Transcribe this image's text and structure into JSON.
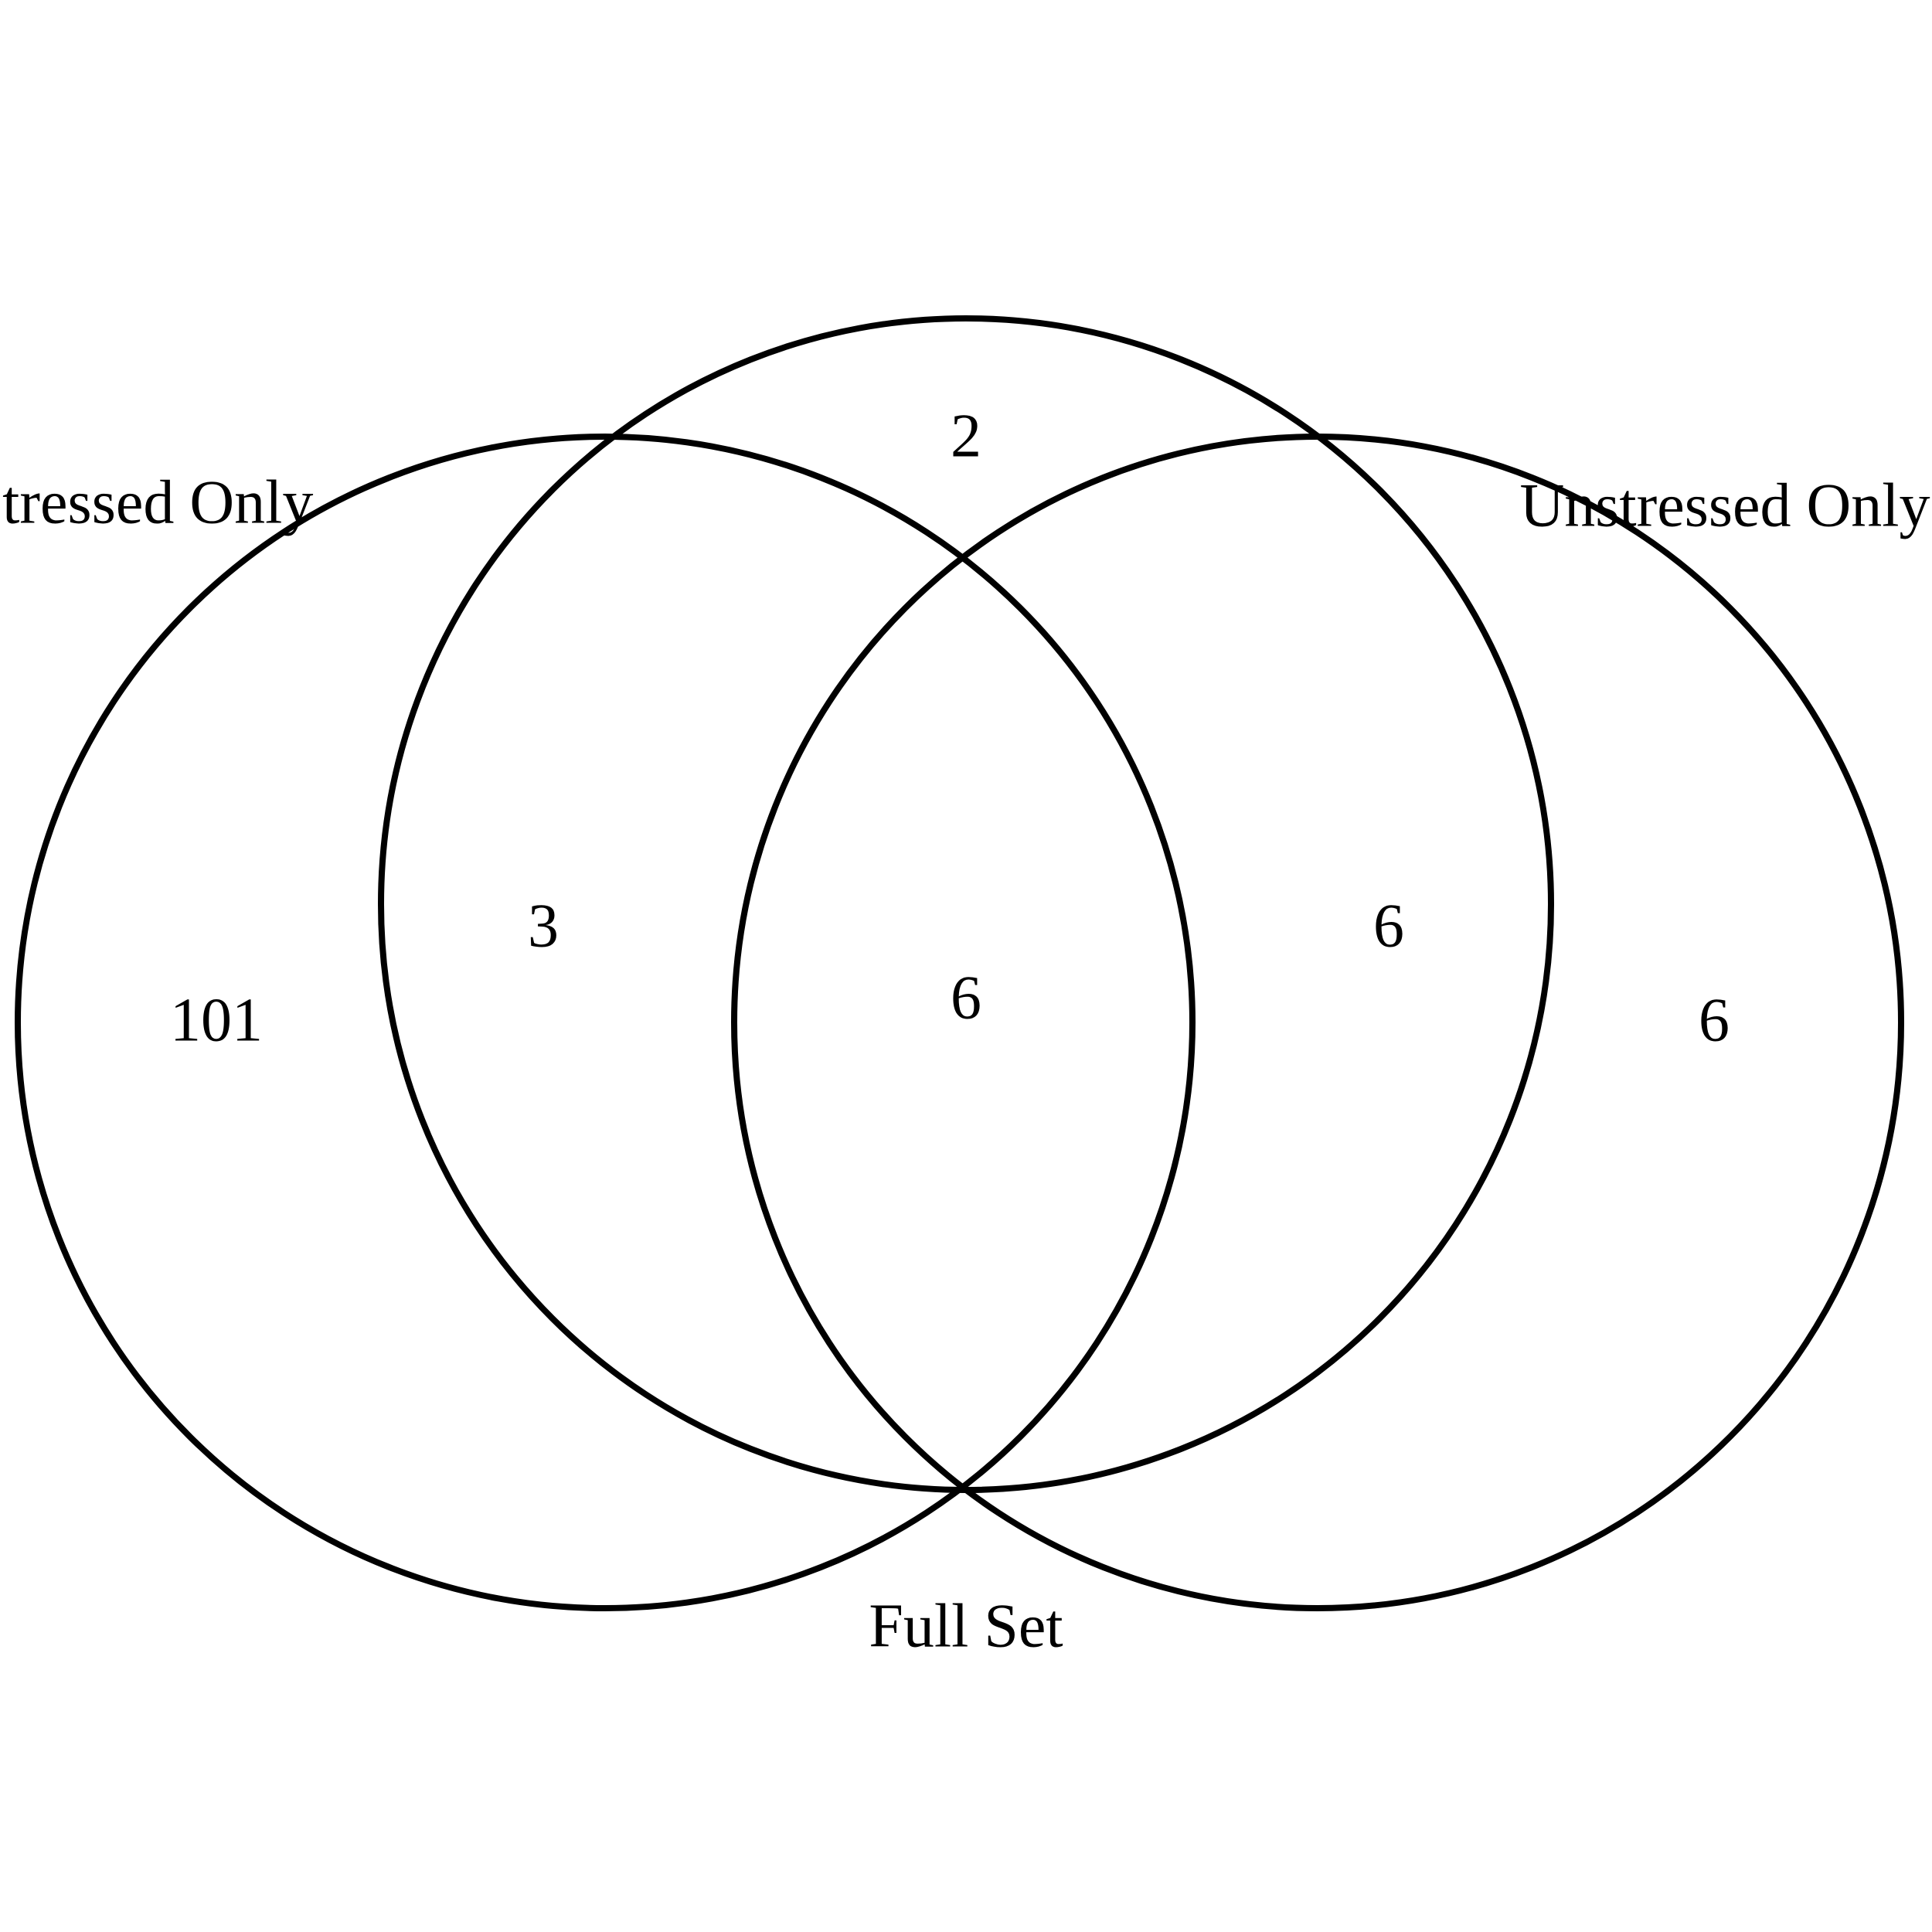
{
  "sets": {
    "stressed_only": {
      "label": "Stressed Only"
    },
    "full_set": {
      "label": "Full Set"
    },
    "unstressed_only": {
      "label": "Unstressed Only"
    }
  },
  "regions": {
    "stressed_only_exclusive": "101",
    "stressed_and_full": "3",
    "full_set_exclusive": "2",
    "all_three": "6",
    "full_and_unstressed": "6",
    "unstressed_only_exclusive": "6"
  },
  "colors": {
    "outline": "#000000",
    "background": "#ffffff"
  }
}
